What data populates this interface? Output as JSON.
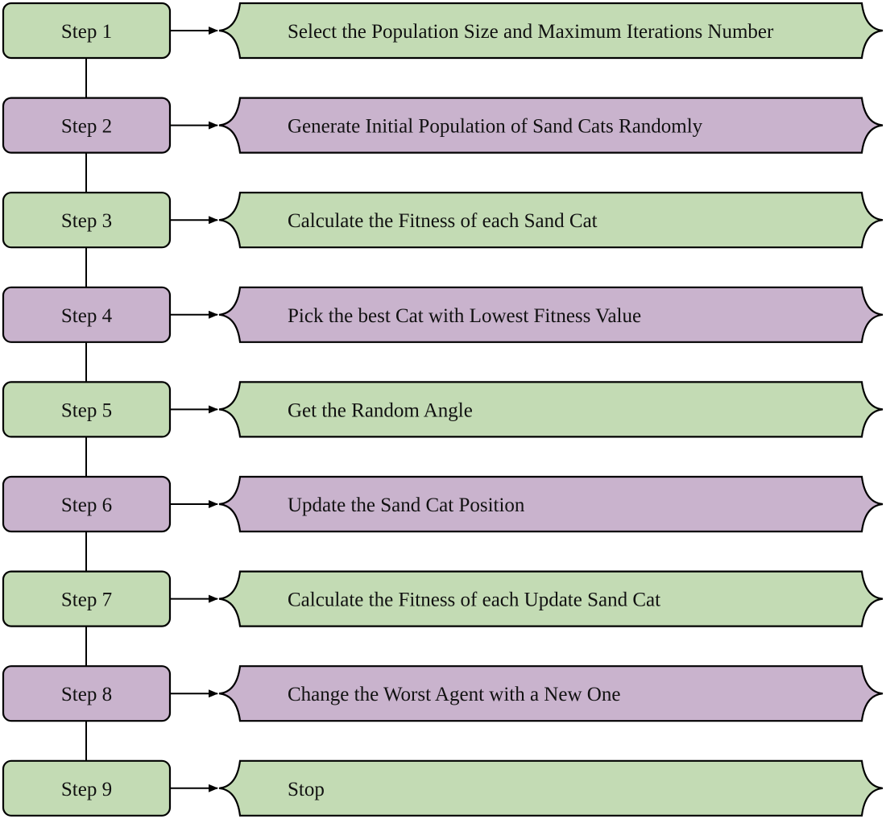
{
  "colors": {
    "green": "#c3dbb4",
    "purple": "#c9b3cd",
    "stroke": "#000000"
  },
  "steps": [
    {
      "label": "Step 1",
      "text": "Select the Population Size and Maximum Iterations Number",
      "color": "green"
    },
    {
      "label": "Step 2",
      "text": "Generate Initial Population of Sand Cats Randomly",
      "color": "purple"
    },
    {
      "label": "Step 3",
      "text": "Calculate the Fitness of each Sand Cat",
      "color": "green"
    },
    {
      "label": "Step 4",
      "text": "Pick the best Cat with Lowest Fitness Value",
      "color": "purple"
    },
    {
      "label": "Step 5",
      "text": "Get the Random Angle",
      "color": "green"
    },
    {
      "label": "Step 6",
      "text": "Update the Sand Cat Position",
      "color": "purple"
    },
    {
      "label": "Step 7",
      "text": "Calculate the Fitness of each Update Sand Cat",
      "color": "green"
    },
    {
      "label": "Step 8",
      "text": "Change the Worst Agent with a New One",
      "color": "purple"
    },
    {
      "label": "Step 9",
      "text": "Stop",
      "color": "green"
    }
  ]
}
